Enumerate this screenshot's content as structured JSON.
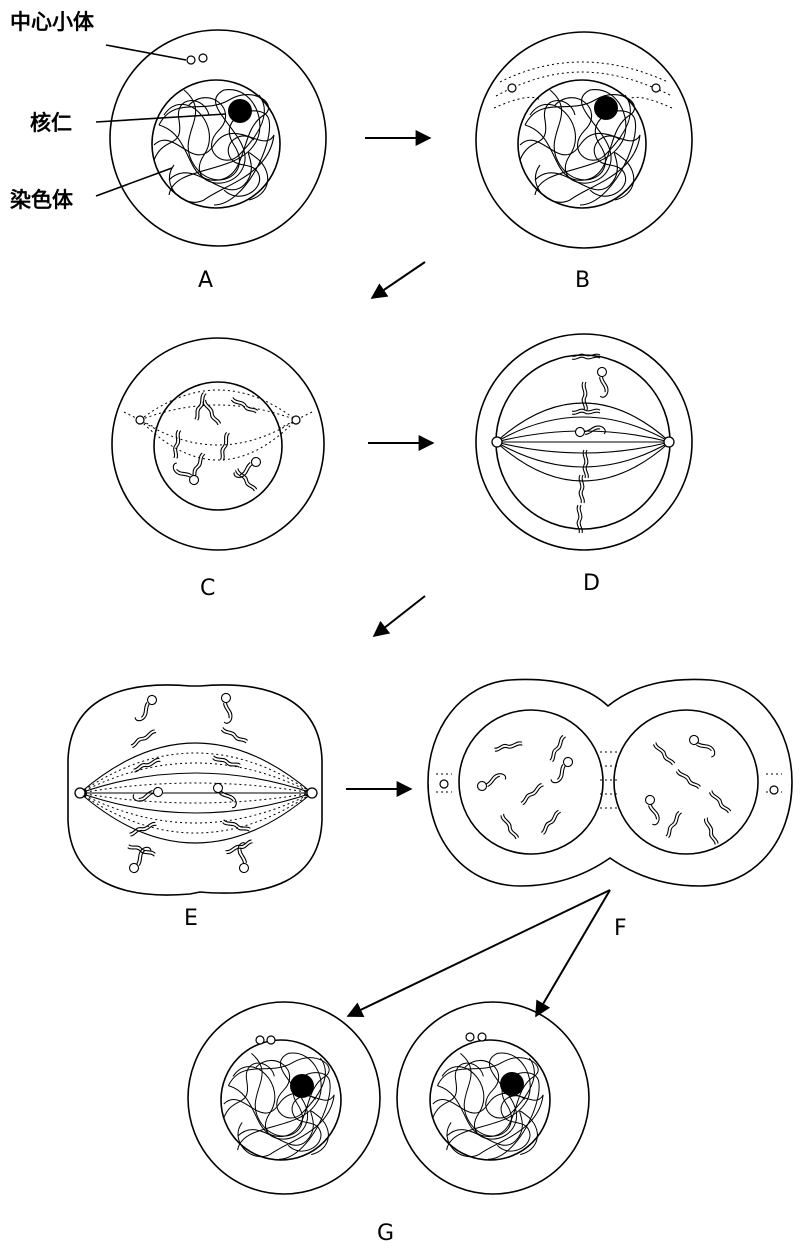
{
  "annotations": {
    "centriole": "中心小体",
    "nucleolus": "核仁",
    "chromosome": "染色体"
  },
  "stages": [
    {
      "id": "A",
      "label": "A"
    },
    {
      "id": "B",
      "label": "B"
    },
    {
      "id": "C",
      "label": "C"
    },
    {
      "id": "D",
      "label": "D"
    },
    {
      "id": "E",
      "label": "E"
    },
    {
      "id": "F",
      "label": "F"
    },
    {
      "id": "G",
      "label": "G"
    }
  ]
}
